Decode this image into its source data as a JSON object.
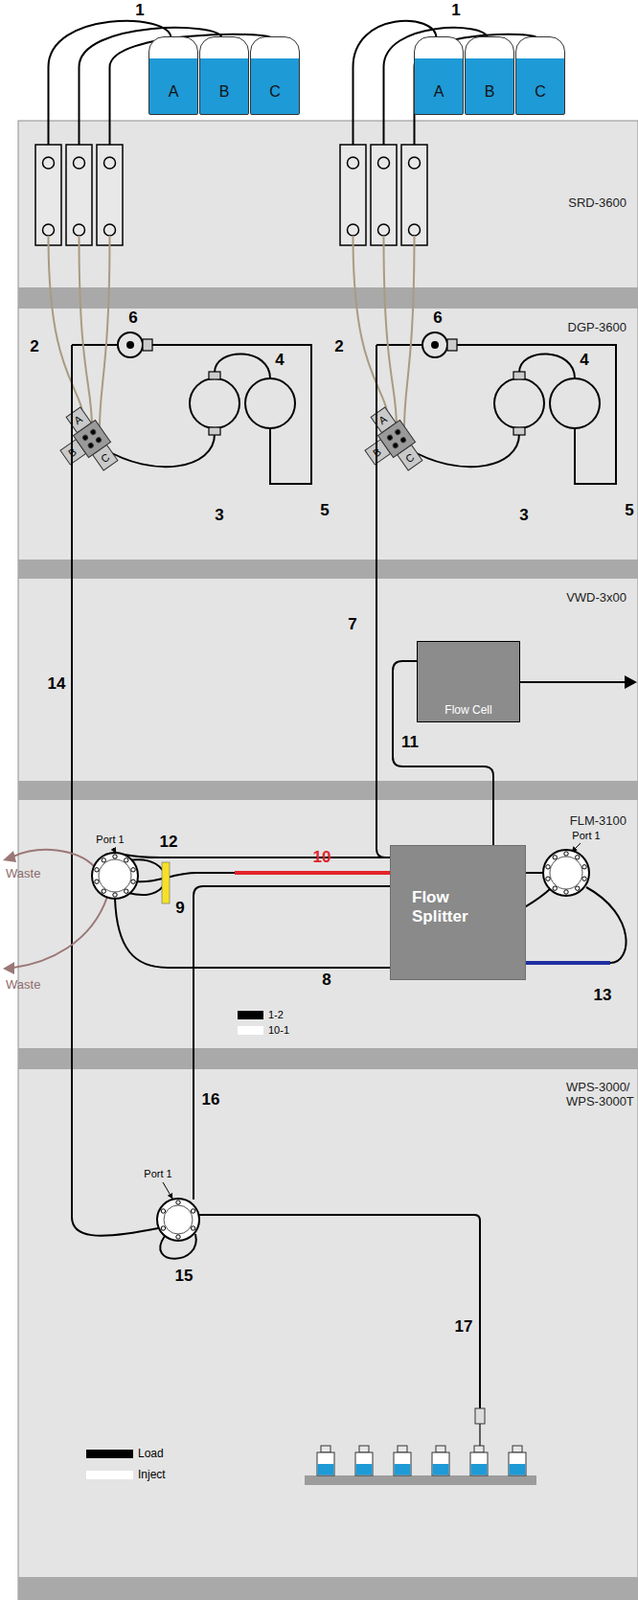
{
  "diagram": {
    "nodes": [
      {
        "text": [
          "A"
        ]
      },
      {
        "text": [
          "B"
        ]
      },
      {
        "text": [
          "C"
        ]
      },
      {
        "text": [
          "A"
        ]
      },
      {
        "text": [
          "B"
        ]
      },
      {
        "text": [
          "C"
        ]
      },
      {
        "text": [
          "SRD-3600"
        ]
      },
      {
        "text": [
          "DGP-3600"
        ]
      },
      {
        "text": [
          "VWD-3x00"
        ]
      },
      {
        "text": [
          "Flow Cell"
        ],
        "in": 8
      },
      {
        "text": [
          "FLM-3100"
        ]
      },
      {
        "text": [
          "Flow Splitter"
        ],
        "in": 10
      },
      {
        "text": [
          "WPS-3000/ WPS-3000T"
        ]
      }
    ],
    "edges": [
      {
        "from": 11,
        "to": 9,
        "arrow": "none",
        "label": "11"
      }
    ],
    "labels": [
      "1",
      "1",
      "2",
      "6",
      "4",
      "5",
      "3",
      "A",
      "B",
      "C",
      "2",
      "6",
      "4",
      "5",
      "3",
      "A",
      "B",
      "C",
      "7",
      "14",
      "12",
      "10",
      "Port 1",
      "Port 1",
      "Waste",
      "Waste",
      "9",
      "8",
      "13",
      "16",
      "Port 1",
      "15",
      "17"
    ],
    "legend": [
      {
        "text": "1-2",
        "color": "#000000"
      },
      {
        "text": "10-1",
        "color": "#ffffff"
      },
      {
        "text": "Load",
        "color": "#000000"
      },
      {
        "text": "Inject",
        "color": "#ffffff"
      }
    ]
  }
}
